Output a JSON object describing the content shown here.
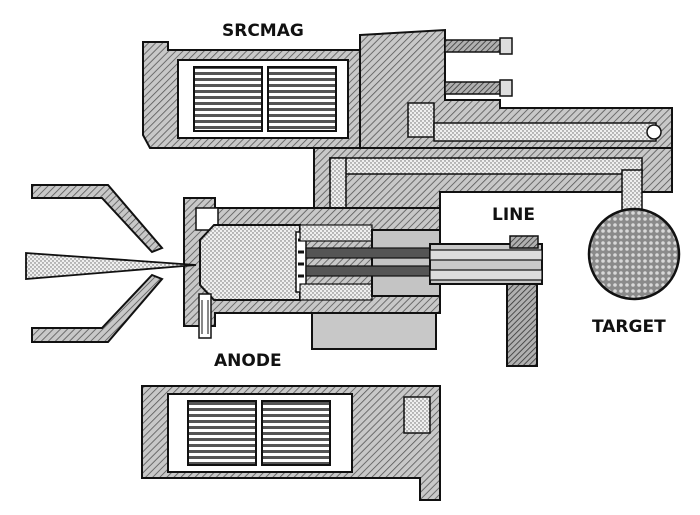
{
  "labels": {
    "srcmag": "SRCMAG",
    "line": "LINE",
    "target": "TARGET",
    "anode": "ANODE"
  },
  "colors": {
    "background": "#ffffff",
    "outline": "#111111",
    "hatch_fill": "#bdbdbd",
    "dot_fill": "#e6e6e6",
    "target_fill": "#777777",
    "beam_fill": "#dddddd"
  }
}
